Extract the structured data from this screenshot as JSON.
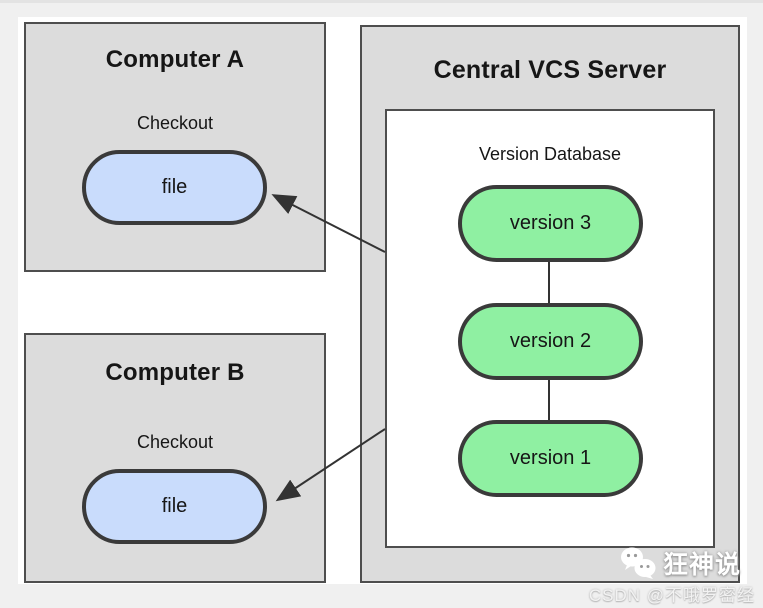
{
  "computer_a": {
    "title": "Computer A",
    "checkout_label": "Checkout",
    "file_label": "file"
  },
  "computer_b": {
    "title": "Computer B",
    "checkout_label": "Checkout",
    "file_label": "file"
  },
  "server": {
    "title": "Central VCS Server",
    "version_database": {
      "title": "Version Database",
      "versions": [
        {
          "label": "version 3"
        },
        {
          "label": "version 2"
        },
        {
          "label": "version 1"
        }
      ]
    }
  },
  "watermark": {
    "brand": "狂神说",
    "attribution": "CSDN @不哦罗密经"
  },
  "colors": {
    "page-bg": "#f0f0f0",
    "panel-white": "#ffffff",
    "box-fill": "#dcdcdc",
    "box-border": "#4e4e4e",
    "pill-border": "#3a3a3a",
    "file-fill": "#c9dcfc",
    "version-fill": "#8ff0a2",
    "line-color": "#333333",
    "brand-color": "#ffffff"
  }
}
